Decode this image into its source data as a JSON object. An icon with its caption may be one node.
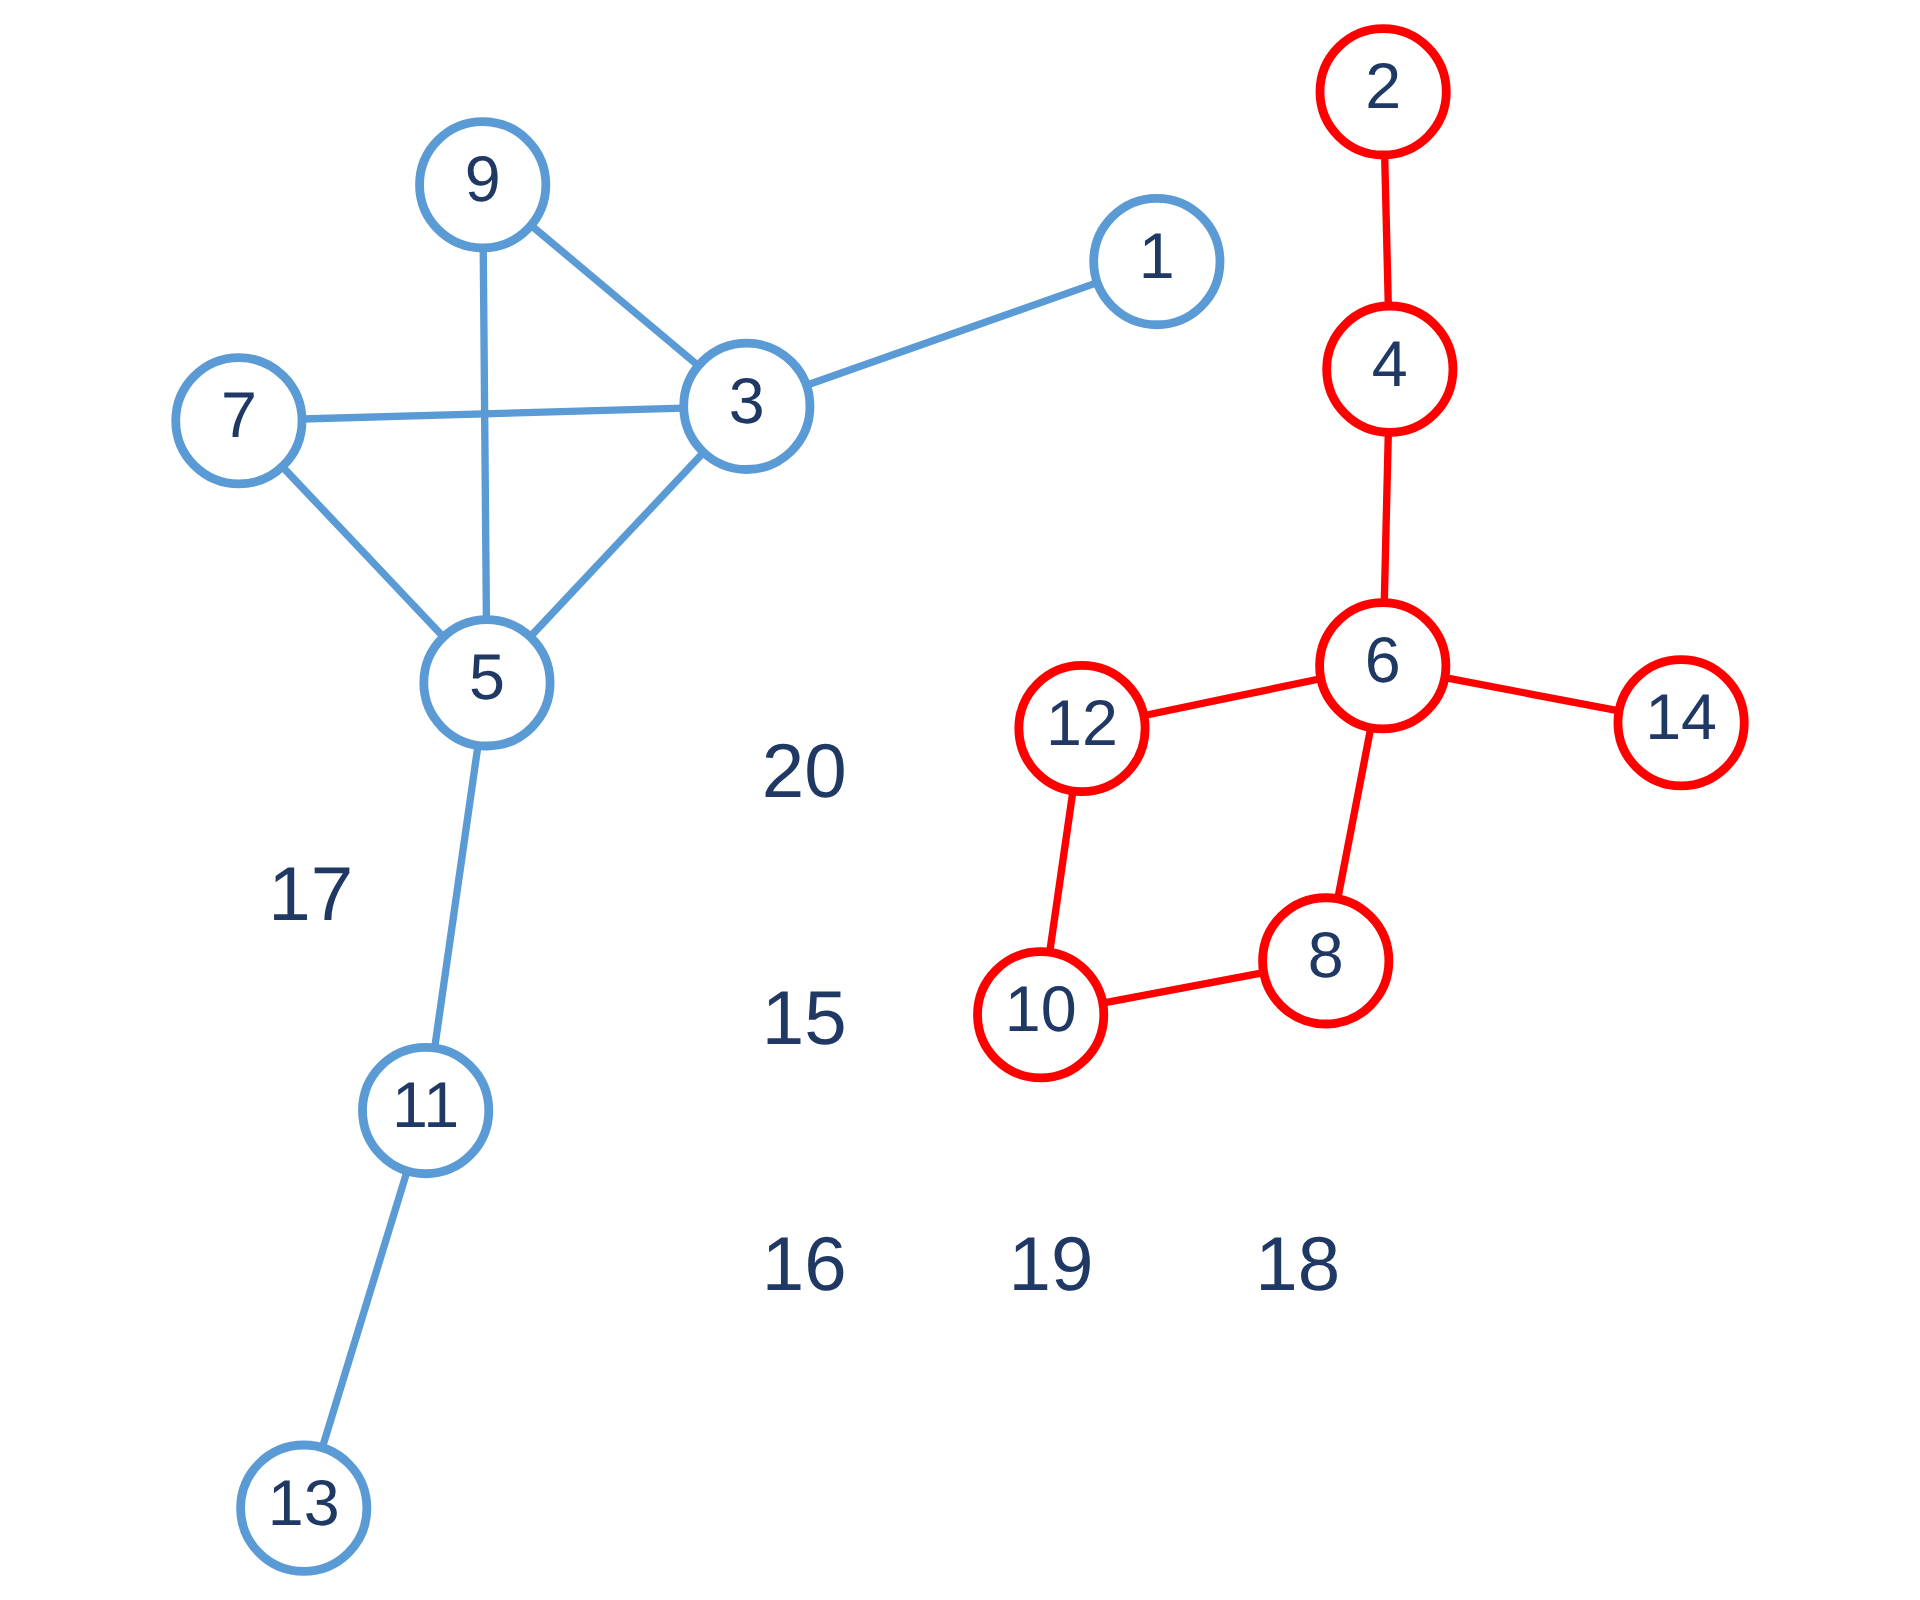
{
  "diagram": {
    "nodes": [
      {
        "text": [
          "10"
        ]
      },
      {
        "text": [
          "14"
        ]
      },
      {
        "text": [
          "7"
        ]
      },
      {
        "text": [
          "8"
        ]
      },
      {
        "text": [
          "1"
        ]
      },
      {
        "text": [
          "3"
        ]
      },
      {
        "text": [
          "9"
        ]
      },
      {
        "text": [
          "2"
        ]
      },
      {
        "text": [
          "11"
        ]
      },
      {
        "text": [
          "5"
        ]
      },
      {
        "text": [
          "6"
        ]
      },
      {
        "text": [
          "4"
        ]
      },
      {
        "text": [
          "13"
        ]
      },
      {
        "text": [
          "12"
        ]
      }
    ],
    "edges": [
      {
        "from": 0,
        "to": 3,
        "arrow": "none",
        "color": "#ff0000"
      },
      {
        "from": 0,
        "to": 13,
        "arrow": "none",
        "color": "#ff0000"
      },
      {
        "from": 3,
        "to": 10,
        "arrow": "none",
        "color": "#ff0000"
      },
      {
        "from": 1,
        "to": 10,
        "arrow": "none",
        "color": "#ff0000"
      },
      {
        "from": 4,
        "to": 5,
        "arrow": "none"
      },
      {
        "from": 5,
        "to": 2,
        "arrow": "none"
      },
      {
        "from": 5,
        "to": 6,
        "arrow": "none"
      },
      {
        "from": 5,
        "to": 9,
        "arrow": "none"
      },
      {
        "from": 2,
        "to": 9,
        "arrow": "none"
      },
      {
        "from": 6,
        "to": 9,
        "arrow": "none"
      },
      {
        "from": 9,
        "to": 8,
        "arrow": "none"
      },
      {
        "from": 7,
        "to": 11,
        "arrow": "none",
        "color": "#ff0000"
      },
      {
        "from": 10,
        "to": 11,
        "arrow": "none",
        "color": "#ff0000"
      },
      {
        "from": 10,
        "to": 13,
        "arrow": "none",
        "color": "#ff0000"
      },
      {
        "from": 8,
        "to": 12,
        "arrow": "none"
      }
    ],
    "labels": [
      "20",
      "15",
      "16",
      "19",
      "18",
      "17"
    ]
  }
}
